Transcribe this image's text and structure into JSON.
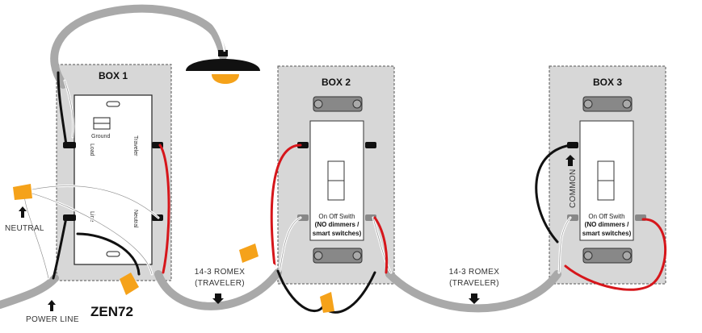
{
  "boxes": {
    "box1": "BOX 1",
    "box2": "BOX 2",
    "box3": "BOX 3"
  },
  "zen72": {
    "ground": "Ground",
    "load": "Load",
    "traveler": "Traveler",
    "line": "Line",
    "neutral": "Neutral"
  },
  "switch_label": "On Off Swith",
  "switch_note_1": "(NO dimmers /",
  "switch_note_2": "smart switches)",
  "labels": {
    "neutral": "NEUTRAL",
    "power_line": "POWER LINE",
    "product": "ZEN72",
    "romex_1_line1": "14-3 ROMEX",
    "romex_1_line2": "(TRAVELER)",
    "romex_2_line1": "14-3 ROMEX",
    "romex_2_line2": "(TRAVELER)",
    "common": "COMMON"
  },
  "colors": {
    "box_fill": "#d7d7d7",
    "cable": "#a9a9a9",
    "wire_black": "#111111",
    "wire_red": "#d6161b",
    "wire_white": "#ffffff",
    "wire_nut": "#f5a21a",
    "bulb": "#f5a21a"
  }
}
